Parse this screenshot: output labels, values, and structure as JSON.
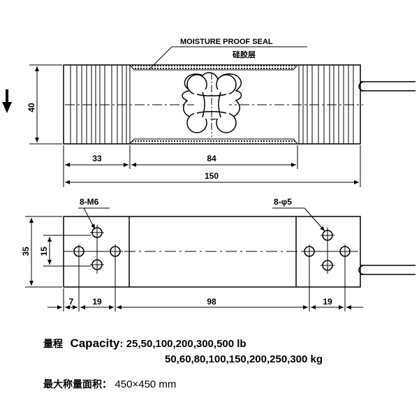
{
  "top_view": {
    "seal_label": "MOISTURE  PROOF SEAL",
    "seal_label_cn": "硅胶层",
    "dim_height": "40",
    "dim_left": "33",
    "dim_middle": "84",
    "dim_total": "150"
  },
  "bottom_view": {
    "thread_label": "8-M6",
    "hole_label": "8-φ5",
    "dim_height": "35",
    "dim_hole_spacing": "15",
    "dim_edge": "7",
    "dim_left_pattern": "19",
    "dim_center": "98",
    "dim_right_pattern": "19"
  },
  "specs": {
    "capacity_label_cn": "量程",
    "capacity_label_en": "Capacity",
    "capacity_colon": ":",
    "capacity_lb": "25,50,100,200,300,500  lb",
    "capacity_kg": "50,60,80,100,150,200,250,300 kg",
    "platform_label_cn": "最大称量面积",
    "platform_colon": "：",
    "platform_value": "450×450 mm"
  }
}
